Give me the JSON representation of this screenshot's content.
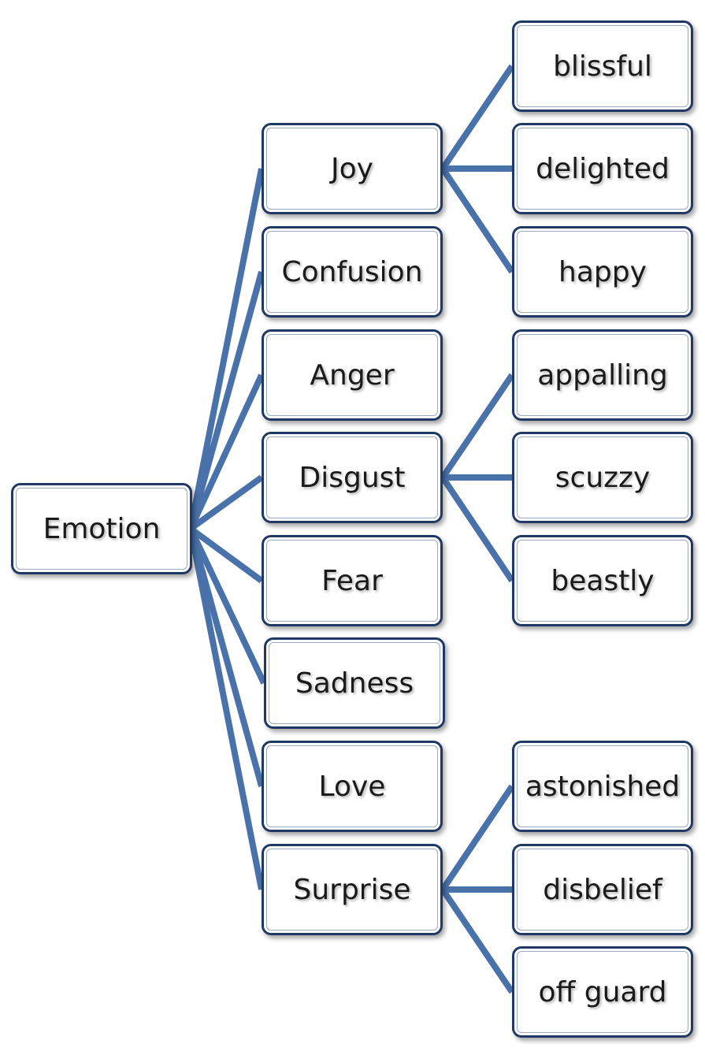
{
  "root": {
    "label": "Emotion"
  },
  "categories": [
    {
      "label": "Joy"
    },
    {
      "label": "Confusion"
    },
    {
      "label": "Anger"
    },
    {
      "label": "Disgust"
    },
    {
      "label": "Fear"
    },
    {
      "label": "Sadness"
    },
    {
      "label": "Love"
    },
    {
      "label": "Surprise"
    }
  ],
  "subcategories": [
    {
      "label": "blissful",
      "parent": "Joy"
    },
    {
      "label": "delighted",
      "parent": "Joy"
    },
    {
      "label": "happy",
      "parent": "Joy"
    },
    {
      "label": "appalling",
      "parent": "Disgust"
    },
    {
      "label": "scuzzy",
      "parent": "Disgust"
    },
    {
      "label": "beastly",
      "parent": "Disgust"
    },
    {
      "label": "astonished",
      "parent": "Surprise"
    },
    {
      "label": "disbelief",
      "parent": "Surprise"
    },
    {
      "label": "off guard",
      "parent": "Surprise"
    }
  ],
  "colors": {
    "connector": "#4a72aa",
    "box_border": "#1f3864",
    "text": "#1a1a1a"
  }
}
